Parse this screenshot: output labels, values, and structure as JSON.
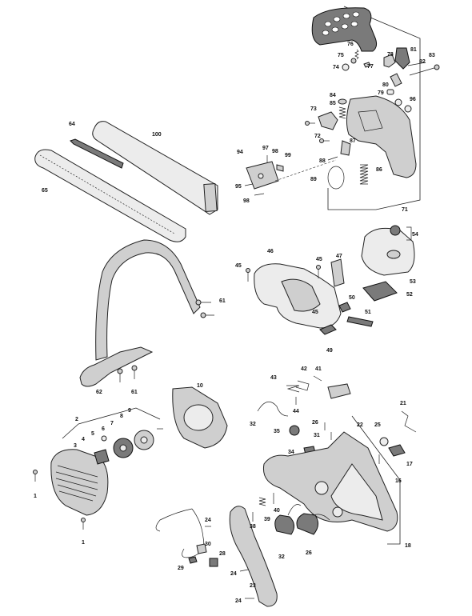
{
  "diagram": {
    "labels": {
      "l1a": "1",
      "l1b": "1",
      "l2": "2",
      "l3": "3",
      "l4": "4",
      "l5": "5",
      "l6": "6",
      "l7": "7",
      "l8": "8",
      "l9": "9",
      "l10": "10",
      "l16": "16",
      "l17": "17",
      "l18": "18",
      "l21": "21",
      "l22": "22",
      "l23": "23",
      "l24a": "24",
      "l24b": "24",
      "l24c": "24",
      "l25": "25",
      "l26a": "26",
      "l26b": "26",
      "l28": "28",
      "l29": "29",
      "l30": "30",
      "l31": "31",
      "l32a": "32",
      "l32b": "32",
      "l34": "34",
      "l35": "35",
      "l38": "38",
      "l39": "39",
      "l40": "40",
      "l41": "41",
      "l42": "42",
      "l43": "43",
      "l44": "44",
      "l45a": "45",
      "l45b": "45",
      "l45c": "45",
      "l46": "46",
      "l47": "47",
      "l49": "49",
      "l50": "50",
      "l51": "51",
      "l52": "52",
      "l53": "53",
      "l54": "54",
      "l61a": "61",
      "l61b": "61",
      "l62": "62",
      "l64": "64",
      "l65": "65",
      "l71": "71",
      "l72": "72",
      "l73": "73",
      "l74": "74",
      "l75": "75",
      "l76": "76",
      "l77": "77",
      "l78": "78",
      "l79": "79",
      "l80": "80",
      "l81": "81",
      "l82": "82",
      "l83": "83",
      "l84": "84",
      "l85": "85",
      "l86": "86",
      "l87": "87",
      "l88": "88",
      "l89": "89",
      "l94": "94",
      "l95": "95",
      "l96": "96",
      "l97": "97",
      "l98a": "98",
      "l98b": "98",
      "l99": "99",
      "l100": "100"
    }
  }
}
